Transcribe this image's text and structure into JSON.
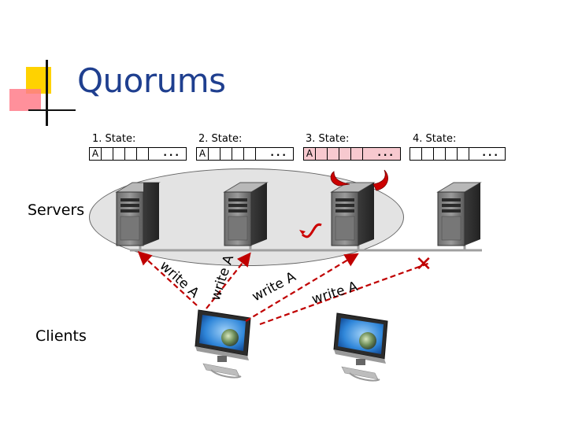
{
  "title": "Quorums",
  "servers_label": "Servers",
  "clients_label": "Clients",
  "states": [
    {
      "label": "1. State:",
      "first_cell": "A",
      "dots": "...",
      "highlighted": false
    },
    {
      "label": "2. State:",
      "first_cell": "A",
      "dots": "...",
      "highlighted": false
    },
    {
      "label": "3. State:",
      "first_cell": "A",
      "dots": "...",
      "highlighted": true
    },
    {
      "label": "4. State:",
      "first_cell": "",
      "dots": "...",
      "highlighted": false
    }
  ],
  "writes": [
    "write A",
    "write A",
    "write A",
    "write A"
  ],
  "failed_marker": "✕",
  "colors": {
    "title": "#1f3f8f",
    "arrow": "#c00000",
    "devil": "#cc0000",
    "quorum_oval": "#e3e3e3"
  }
}
